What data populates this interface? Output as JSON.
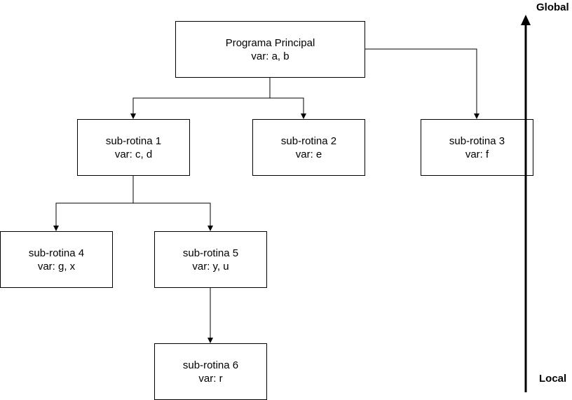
{
  "nodes": {
    "main": {
      "name": "Programa Principal",
      "vars": "var: a, b"
    },
    "sub1": {
      "name": "sub-rotina 1",
      "vars": "var: c, d"
    },
    "sub2": {
      "name": "sub-rotina 2",
      "vars": "var: e"
    },
    "sub3": {
      "name": "sub-rotina 3",
      "vars": "var: f"
    },
    "sub4": {
      "name": "sub-rotina 4",
      "vars": "var: g, x"
    },
    "sub5": {
      "name": "sub-rotina 5",
      "vars": "var: y, u"
    },
    "sub6": {
      "name": "sub-rotina 6",
      "vars": "var: r"
    }
  },
  "edges": [
    {
      "from": "main",
      "to": "sub1"
    },
    {
      "from": "main",
      "to": "sub2"
    },
    {
      "from": "main",
      "to": "sub3"
    },
    {
      "from": "sub1",
      "to": "sub4"
    },
    {
      "from": "sub1",
      "to": "sub5"
    },
    {
      "from": "sub5",
      "to": "sub6"
    }
  ],
  "scope_axis": {
    "top_label": "Global",
    "bottom_label": "Local"
  },
  "colors": {
    "line": "#000000",
    "box_fill": "#ffffff"
  }
}
